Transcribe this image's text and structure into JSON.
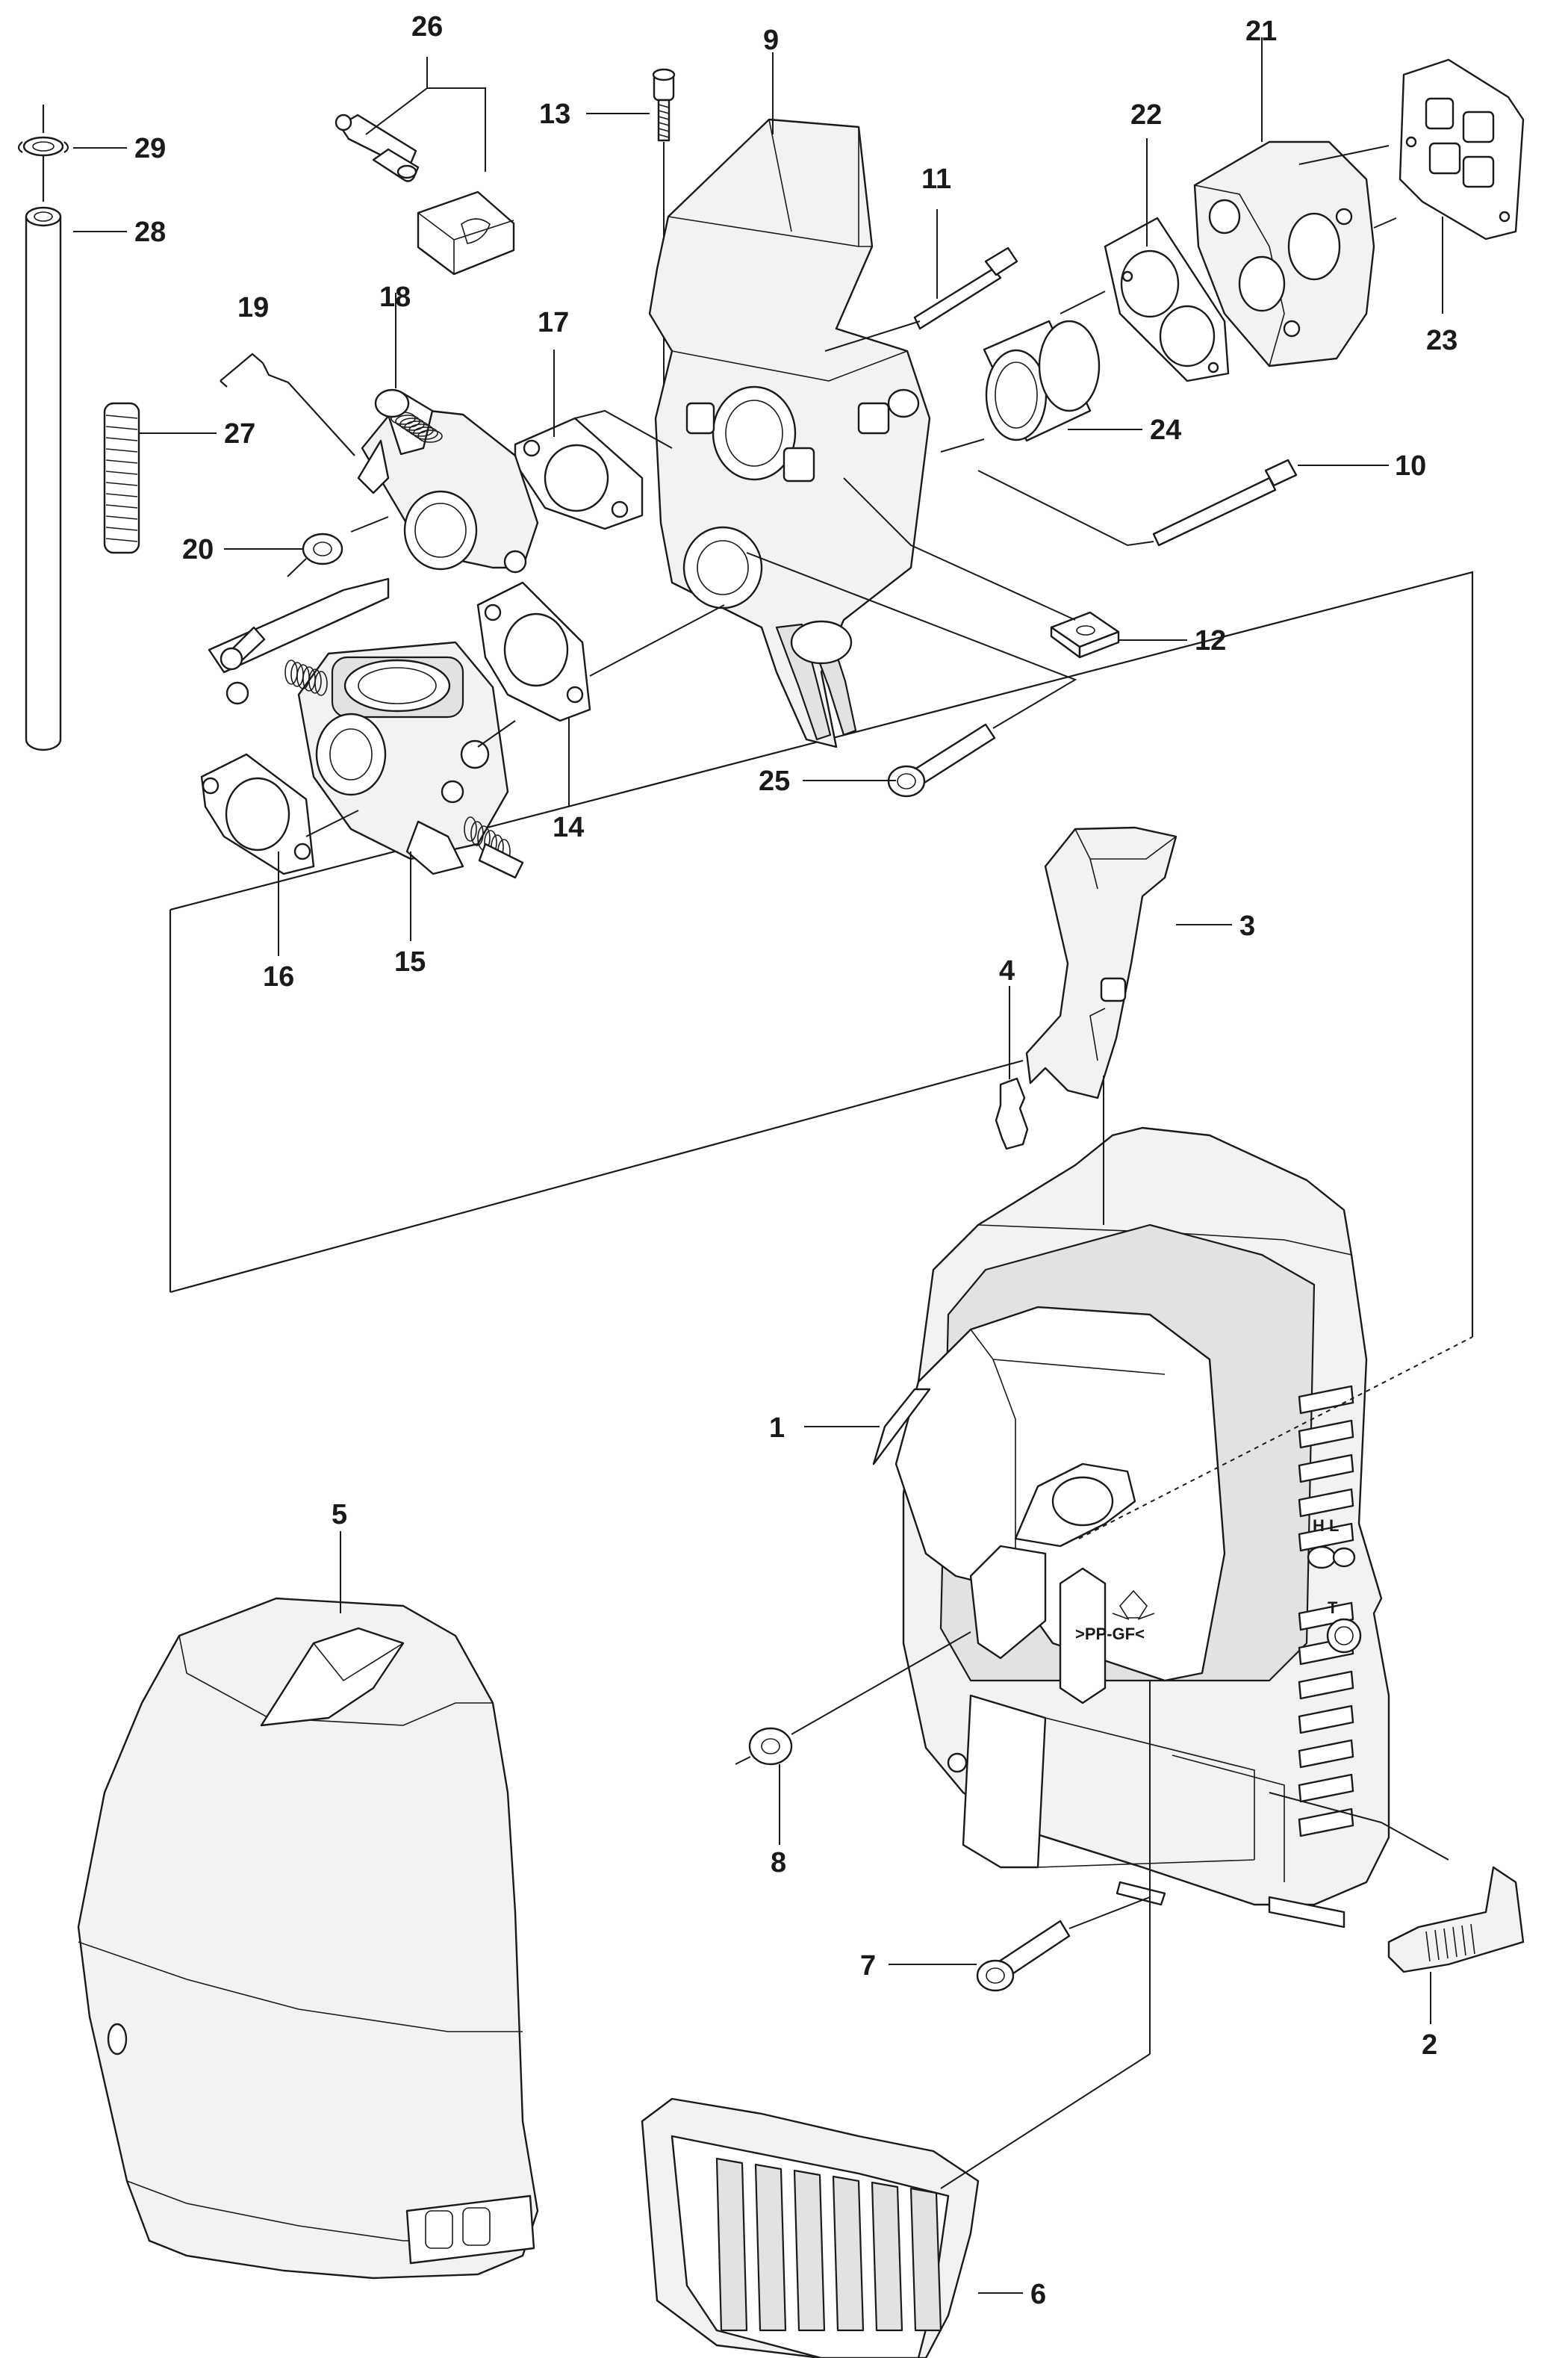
{
  "diagram": {
    "part_labels": {
      "p1": "1",
      "p2": "2",
      "p3": "3",
      "p4": "4",
      "p5": "5",
      "p6": "6",
      "p7": "7",
      "p8": "8",
      "p9": "9",
      "p10": "10",
      "p11": "11",
      "p12": "12",
      "p13": "13",
      "p14": "14",
      "p15": "15",
      "p16": "16",
      "p17": "17",
      "p18": "18",
      "p19": "19",
      "p20": "20",
      "p21": "21",
      "p22": "22",
      "p23": "23",
      "p24": "24",
      "p25": "25",
      "p26": "26",
      "p27": "27",
      "p28": "28",
      "p29": "29"
    },
    "embossed_text": {
      "material_mark": ">PP-GF<",
      "mode_marks": "H L",
      "choke_mark": "T"
    }
  }
}
